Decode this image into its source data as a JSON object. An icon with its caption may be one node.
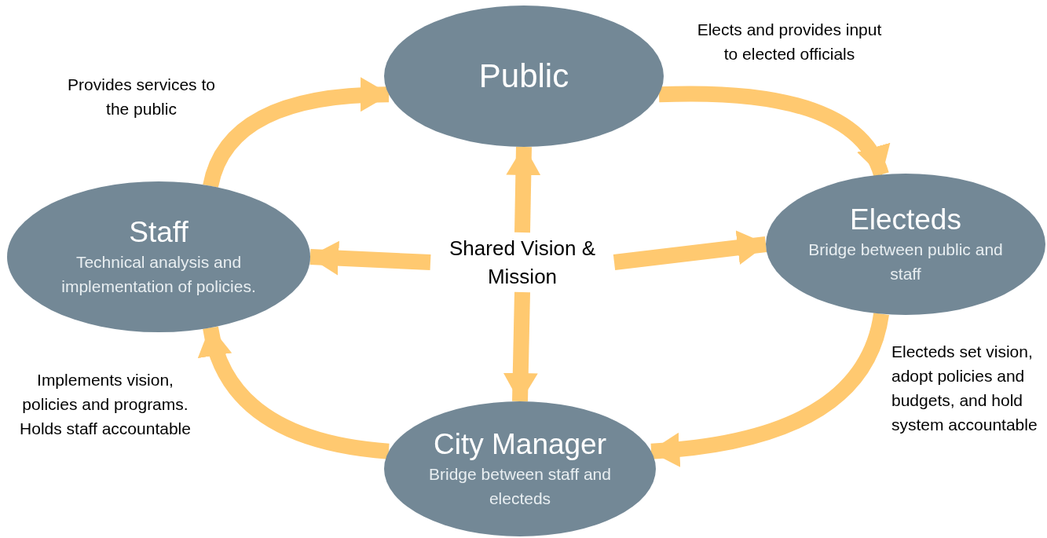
{
  "diagram": {
    "nodes": [
      {
        "text": [
          "Public"
        ]
      },
      {
        "text": [
          "Electeds",
          "Bridge between public and staff"
        ]
      },
      {
        "text": [
          "City Manager",
          "Bridge between staff and electeds"
        ]
      },
      {
        "text": [
          "Staff",
          "Technical analysis and implementation of policies."
        ]
      },
      {
        "text": [
          "Shared Vision & Mission"
        ]
      }
    ],
    "edges": [
      {
        "from": 3,
        "to": 0,
        "arrow": "to",
        "label": "Provides services to the public"
      },
      {
        "from": 0,
        "to": 1,
        "arrow": "to",
        "label": "Elects and provides input to elected officials"
      },
      {
        "from": 1,
        "to": 2,
        "arrow": "to",
        "label": "Electeds set vision, adopt policies and budgets, and hold system accountable"
      },
      {
        "from": 2,
        "to": 3,
        "arrow": "to",
        "label": "Implements vision, policies and programs. Holds staff accountable"
      },
      {
        "from": 4,
        "to": 0,
        "arrow": "to"
      },
      {
        "from": 4,
        "to": 2,
        "arrow": "to"
      },
      {
        "from": 4,
        "to": 3,
        "arrow": "to"
      },
      {
        "from": 4,
        "to": 1,
        "arrow": "to"
      }
    ]
  }
}
